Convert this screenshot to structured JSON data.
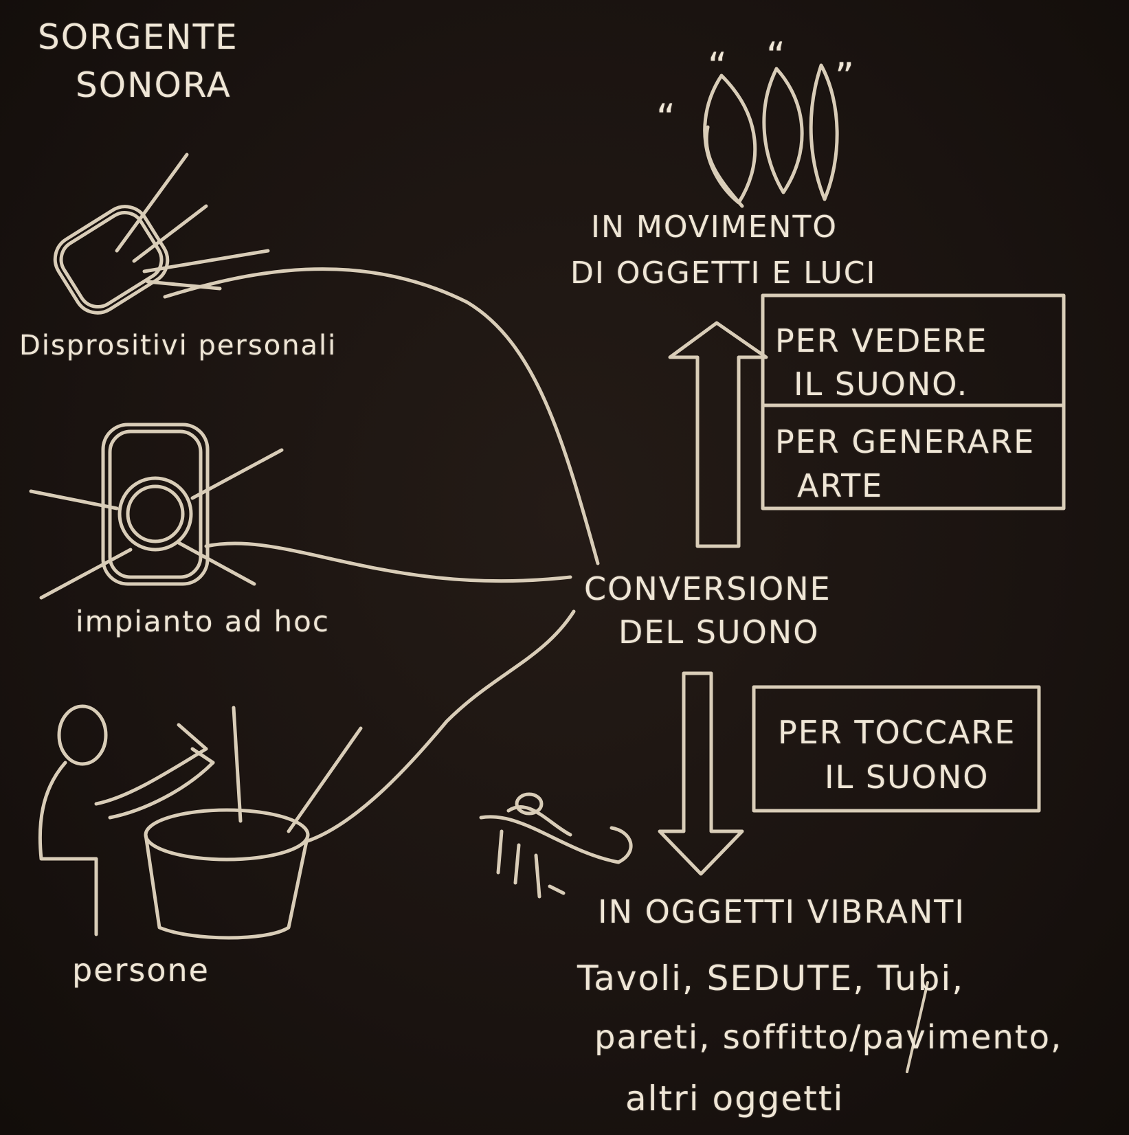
{
  "title": {
    "line1": "SORGENTE",
    "line2": "SONORA"
  },
  "sources": [
    {
      "label": "Disprositivi personali"
    },
    {
      "label": "impianto ad hoc"
    },
    {
      "label": "persone"
    }
  ],
  "center": {
    "line1": "CONVERSIONE",
    "line2": "DEL SUONO"
  },
  "top_output": {
    "line1": "IN MOVIMENTO",
    "line2": "DI OGGETTI E LUCI",
    "quote_marks": [
      "“",
      "“",
      "“",
      "”"
    ]
  },
  "top_boxes": [
    {
      "line1": "PER VEDERE",
      "line2": "IL SUONO."
    },
    {
      "line1": "PER GENERARE",
      "line2": "ARTE"
    }
  ],
  "bottom_box": {
    "line1": "PER TOCCARE",
    "line2": "IL SUONO"
  },
  "bottom_output": {
    "heading": "IN OGGETTI VIBRANTI",
    "line1": "Tavoli, SEDUTE, Tubi,",
    "line2": "pareti, soffitto/pavimento,",
    "line3": "altri oggetti"
  },
  "colors": {
    "background": "#1a1310",
    "chalk": "#efe6d6",
    "line": "#d9cdb8"
  }
}
